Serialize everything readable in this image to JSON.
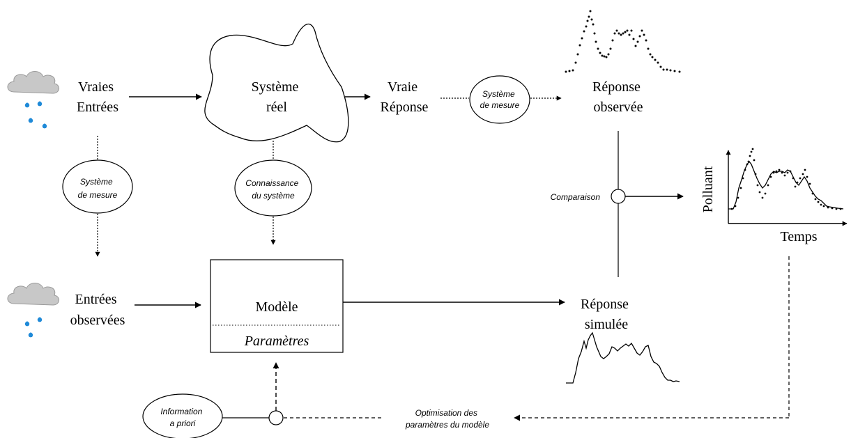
{
  "true_inputs": [
    "Vraies",
    "Entrées"
  ],
  "observed_inputs": [
    "Entrées",
    "observées"
  ],
  "real_system": [
    "Système",
    "réel"
  ],
  "true_response": [
    "Vraie",
    "Réponse"
  ],
  "observed_response": [
    "Réponse",
    "observée"
  ],
  "simulated_response": [
    "Réponse",
    "simulée"
  ],
  "measure_system_top": [
    "Système",
    "de mesure"
  ],
  "measure_system_left": [
    "Système",
    "de mesure"
  ],
  "system_knowledge": [
    "Connaissance",
    "du système"
  ],
  "prior_information": [
    "Information",
    "a priori"
  ],
  "model": {
    "name": "Modèle",
    "parameters": "Paramètres"
  },
  "comparison": "Comparaison",
  "optimisation": [
    "Optimisation des",
    "paramètres du modèle"
  ],
  "comparison_chart": {
    "ylabel": "Polluant",
    "xlabel": "Temps"
  },
  "colors": {
    "cloud": "#c8c8c8",
    "drop": "#1f8ad8",
    "line": "#000000"
  }
}
